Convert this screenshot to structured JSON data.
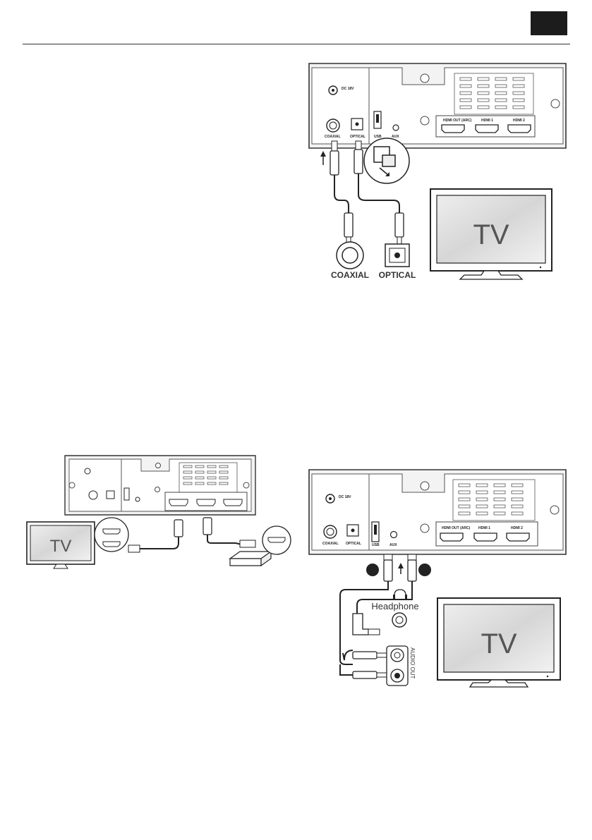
{
  "colors": {
    "tab": "#1c1c1c",
    "outline": "#333333",
    "panel": "#f3f3f3"
  },
  "figure_top": {
    "dc_label": "DC 18V",
    "ports": {
      "coaxial": "COAXIAL",
      "optical": "OPTICAL",
      "usb": "USB",
      "aux": "AUX"
    },
    "hdmi": [
      "HDMI OUT (ARC)",
      "HDMI 1",
      "HDMI 2"
    ],
    "coaxial_label": "COAXIAL",
    "optical_label": "OPTICAL",
    "tv_label": "TV"
  },
  "figure_hdmi": {
    "tv_label": "TV"
  },
  "figure_aux": {
    "dc_label": "DC 18V",
    "ports": {
      "coaxial": "COAXIAL",
      "optical": "OPTICAL",
      "usb": "USB",
      "aux": "AUX"
    },
    "hdmi": [
      "HDMI OUT (ARC)",
      "HDMI 1",
      "HDMI 2"
    ],
    "headphone_label": "Headphone",
    "audio_out_label": "AUDIO OUT",
    "tv_label": "TV"
  }
}
